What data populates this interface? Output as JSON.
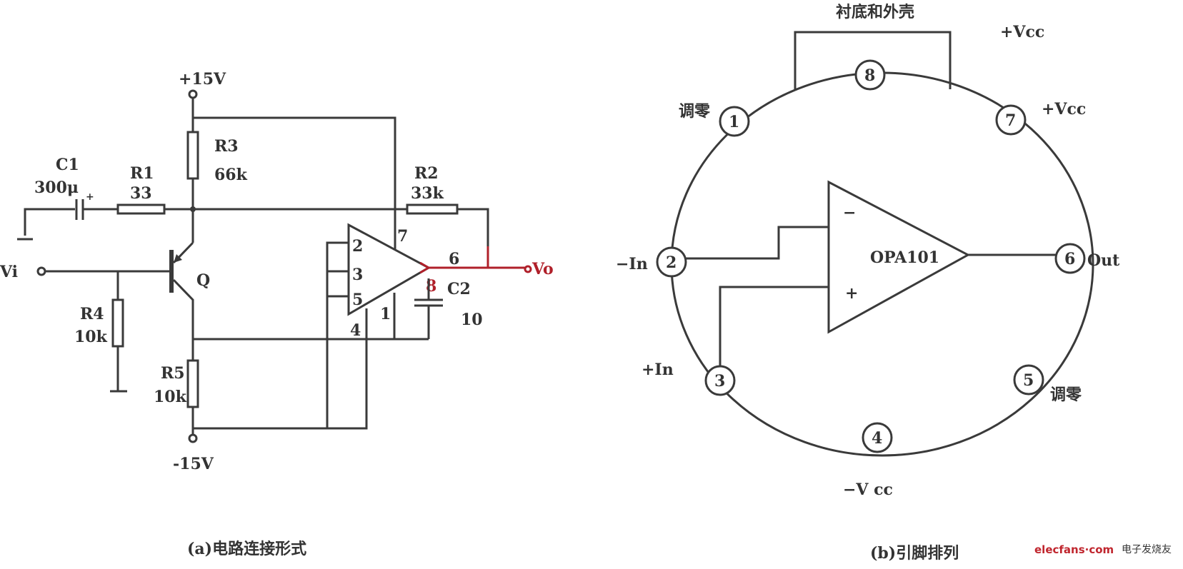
{
  "circuit_a": {
    "supply_pos": "+15V",
    "supply_neg": "-15V",
    "c1": {
      "name": "C1",
      "value": "300μ",
      "polarity": "+"
    },
    "r1": {
      "name": "R1",
      "value": "33"
    },
    "r2": {
      "name": "R2",
      "value": "33k"
    },
    "r3": {
      "name": "R3",
      "value": "66k"
    },
    "r4": {
      "name": "R4",
      "value": "10k"
    },
    "r5": {
      "name": "R5",
      "value": "10k"
    },
    "c2": {
      "name": "C2",
      "value": "10"
    },
    "transistor": "Q",
    "input": "Vi",
    "output": "Vo",
    "opamp_pins": [
      "2",
      "3",
      "5",
      "7",
      "6",
      "8",
      "1",
      "4"
    ],
    "caption": "(a)电路连接形式"
  },
  "pinout_b": {
    "substrate_label": "衬底和外壳",
    "chip": "OPA101",
    "minus": "−",
    "plus": "+",
    "pins": [
      {
        "num": "8",
        "label": "+Vcc"
      },
      {
        "num": "1",
        "label": "调零"
      },
      {
        "num": "7",
        "label": "+Vcc"
      },
      {
        "num": "2",
        "label": "−In"
      },
      {
        "num": "6",
        "label": "Out"
      },
      {
        "num": "3",
        "label": "+In"
      },
      {
        "num": "5",
        "label": "调零"
      },
      {
        "num": "4",
        "label": "−V cc"
      }
    ],
    "caption": "(b)引脚排列"
  },
  "watermark": {
    "site": "elecfans·com",
    "name": "电子发烧友"
  },
  "colors": {
    "wire": "#3a3a3a",
    "highlight": "#b0202a"
  }
}
